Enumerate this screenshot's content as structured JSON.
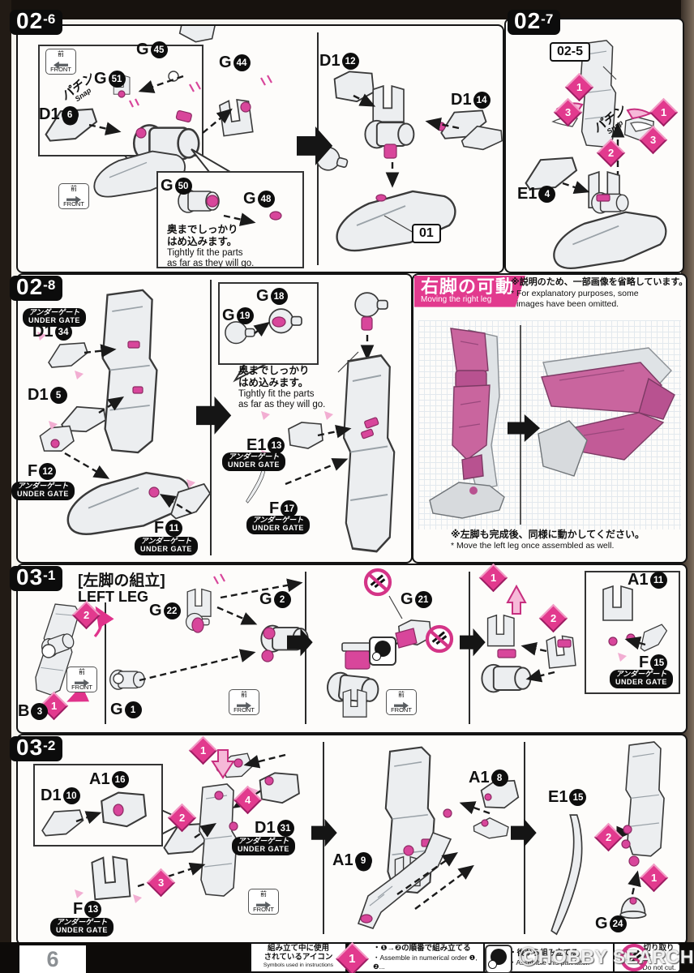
{
  "page": {
    "number": "6",
    "watermark": "ⒸHOBBY SEARCH"
  },
  "labels": {
    "front_kanji": "前",
    "front": "FRONT",
    "snap_jp": "パチン",
    "snap_en": "Snap",
    "under_gate_jp": "アンダーゲート",
    "under_gate_en": "UNDER GATE",
    "fit_note_jp1": "奥までしっかり",
    "fit_note_jp2": "はめ込みます。",
    "fit_note_en1": "Tightly fit the parts",
    "fit_note_en2": "as far as they will go."
  },
  "steps": {
    "n1": "1",
    "n2": "2",
    "n3": "3",
    "n4": "4"
  },
  "sections": {
    "s026": {
      "id_num": "02",
      "id_sub": "-6",
      "ref": "01",
      "parts": {
        "g45": {
          "p": "G",
          "n": "45"
        },
        "g51": {
          "p": "G",
          "n": "51"
        },
        "d16": {
          "p": "D1",
          "n": "6"
        },
        "g44": {
          "p": "G",
          "n": "44"
        },
        "g50": {
          "p": "G",
          "n": "50"
        },
        "g48": {
          "p": "G",
          "n": "48"
        },
        "d112": {
          "p": "D1",
          "n": "12"
        },
        "d114": {
          "p": "D1",
          "n": "14"
        }
      }
    },
    "s027": {
      "id_num": "02",
      "id_sub": "-7",
      "ref": "02-5",
      "parts": {
        "e14": {
          "p": "E1",
          "n": "4"
        }
      }
    },
    "s028": {
      "id_num": "02",
      "id_sub": "-8",
      "parts": {
        "d134": {
          "p": "D1",
          "n": "34"
        },
        "d15": {
          "p": "D1",
          "n": "5"
        },
        "f12": {
          "p": "F",
          "n": "12"
        },
        "f11": {
          "p": "F",
          "n": "11"
        },
        "g19": {
          "p": "G",
          "n": "19"
        },
        "g18": {
          "p": "G",
          "n": "18"
        },
        "e113": {
          "p": "E1",
          "n": "13"
        },
        "f17": {
          "p": "F",
          "n": "17"
        }
      }
    },
    "moving": {
      "title_jp": "右脚の可動",
      "title_en": "Moving the right leg",
      "note_top_jp": "※説明のため、一部画像を省略しています。",
      "note_top_en1": "* For explanatory purposes, some",
      "note_top_en2": "images have been omitted.",
      "note_bottom_jp": "※左脚も完成後、同様に動かしてください。",
      "note_bottom_en": "* Move the left leg once assembled as well."
    },
    "s031": {
      "id_num": "03",
      "id_sub": "-1",
      "title_jp": "[左脚の組立]",
      "title_en": "LEFT LEG",
      "parts": {
        "b3": {
          "p": "B",
          "n": "3"
        },
        "g1": {
          "p": "G",
          "n": "1"
        },
        "g22": {
          "p": "G",
          "n": "22"
        },
        "g2": {
          "p": "G",
          "n": "2"
        },
        "g21": {
          "p": "G",
          "n": "21"
        },
        "a111": {
          "p": "A1",
          "n": "11"
        },
        "f15": {
          "p": "F",
          "n": "15"
        }
      }
    },
    "s032": {
      "id_num": "03",
      "id_sub": "-2",
      "parts": {
        "d110": {
          "p": "D1",
          "n": "10"
        },
        "a116": {
          "p": "A1",
          "n": "16"
        },
        "f13": {
          "p": "F",
          "n": "13"
        },
        "d131": {
          "p": "D1",
          "n": "31"
        },
        "a19": {
          "p": "A1",
          "n": "9"
        },
        "a18": {
          "p": "A1",
          "n": "8"
        },
        "e115": {
          "p": "E1",
          "n": "15"
        },
        "g24": {
          "p": "G",
          "n": "24"
        }
      }
    }
  },
  "footer": {
    "symbols_jp1": "組み立て中に使用",
    "symbols_jp2": "されているアイコン",
    "symbols_en": "Symbols used in instructions",
    "legend_order_jp": "・❶→❷の順番で組み立てる",
    "legend_order_en": "・Assemble in numerical order ❶, ❷...",
    "legend_later_jp": "・後から組み立てる",
    "legend_later_en": "・Assemble this part later.",
    "legend_cut_jp": "・切り取り注意",
    "legend_cut_en": "・Do not cut."
  },
  "colors": {
    "accent_pink": "#e23a8e",
    "light_pink": "#f6b9d8",
    "part_fill": "#eceef0",
    "grid_line": "#c4d0da"
  }
}
